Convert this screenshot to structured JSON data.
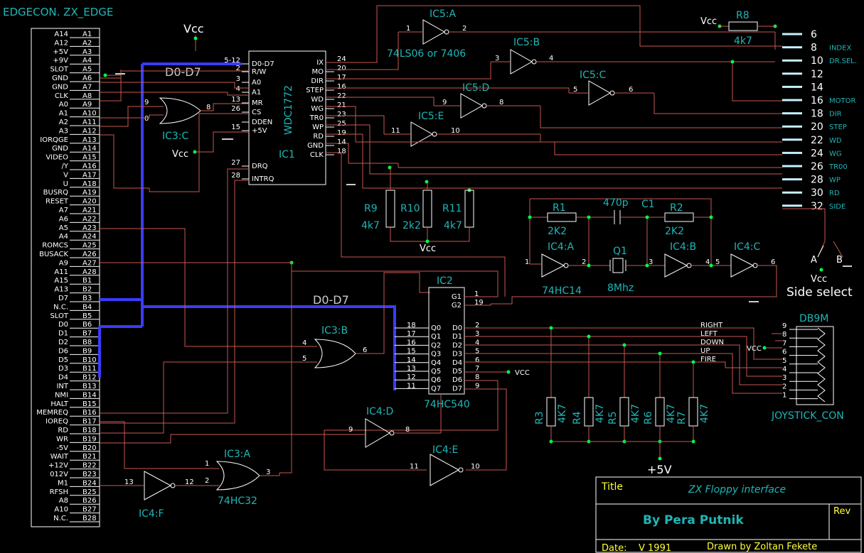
{
  "header": {
    "title": "EDGECON.  ZX_EDGE"
  },
  "edge_connector": {
    "left_labels": [
      "A14",
      "A12",
      "+5V",
      "+9V",
      "SLOT",
      "GND",
      "GND",
      "CLK",
      "A0",
      "A1",
      "A2",
      "A3",
      "IORQGE",
      "GND",
      "VIDEO",
      "/Y",
      "V",
      "U",
      "BUSRQ",
      "RESET",
      "A7",
      "A6",
      "A5",
      "A4",
      "ROMCS",
      "BUSACK",
      "A9",
      "A11",
      "A15",
      "A13",
      "D7",
      "N.C.",
      "SLOT",
      "D0",
      "D1",
      "D2",
      "D6",
      "D5",
      "D3",
      "D4",
      "INT",
      "NMI",
      "HALT",
      "MEMREQ",
      "IOREQ",
      "RD",
      "WR",
      "-5V",
      "WAIT",
      "+12V",
      "012V",
      "M1",
      "RFSH",
      "A8",
      "A10",
      "N.C."
    ],
    "pin_labels": [
      "A1",
      "A2",
      "A3",
      "A4",
      "A5",
      "A6",
      "A7",
      "A8",
      "A9",
      "A10",
      "A11",
      "A12",
      "A13",
      "A14",
      "A15",
      "A16",
      "A17",
      "A18",
      "A19",
      "A20",
      "A21",
      "A22",
      "A23",
      "A24",
      "A25",
      "A26",
      "A27",
      "A28",
      "B1",
      "B2",
      "B3",
      "B4",
      "B5",
      "B6",
      "B7",
      "B8",
      "B9",
      "B10",
      "B11",
      "B12",
      "B13",
      "B14",
      "B15",
      "B16",
      "B17",
      "B18",
      "B19",
      "B20",
      "B21",
      "B22",
      "B23",
      "B24",
      "B25",
      "B26",
      "B27",
      "B28"
    ]
  },
  "power": {
    "vcc": "Vcc",
    "vcc_caps": "VCC",
    "plus5v": "+5V"
  },
  "bus": {
    "label1": "D0-D7",
    "label2": "D0-D7"
  },
  "ic1": {
    "name": "IC1",
    "part": "WDC1772",
    "left_pins": [
      {
        "num": "5-12",
        "name": "D0-D7"
      },
      {
        "num": "2",
        "name": "R/W"
      },
      {
        "num": "3",
        "name": "A0"
      },
      {
        "num": "4",
        "name": "A1"
      },
      {
        "num": "13",
        "name": "MR"
      },
      {
        "num": "26",
        "name": "CS"
      },
      {
        "num": "",
        "name": "DDEN"
      },
      {
        "num": "15",
        "name": "+5V"
      },
      {
        "num": "27",
        "name": "DRQ"
      },
      {
        "num": "28",
        "name": "INTRQ"
      }
    ],
    "right_pins": [
      {
        "num": "24",
        "name": "IX"
      },
      {
        "num": "20",
        "name": "MO"
      },
      {
        "num": "17",
        "name": "DIR"
      },
      {
        "num": "16",
        "name": "STEP"
      },
      {
        "num": "22",
        "name": "WD"
      },
      {
        "num": "21",
        "name": "WG"
      },
      {
        "num": "23",
        "name": "TR0"
      },
      {
        "num": "25",
        "name": "WP"
      },
      {
        "num": "19",
        "name": "RD"
      },
      {
        "num": "14",
        "name": "GND"
      },
      {
        "num": "18",
        "name": "CLK"
      }
    ]
  },
  "ic5": {
    "a": {
      "name": "IC5:A",
      "in": "1",
      "out": "2"
    },
    "part": "74LS06 or 7406",
    "b": {
      "name": "IC5:B",
      "in": "3",
      "out": "4"
    },
    "c": {
      "name": "IC5:C",
      "in": "5",
      "out": "6"
    },
    "d": {
      "name": "IC5:D",
      "in": "9",
      "out": "8"
    },
    "e": {
      "name": "IC5:E",
      "in": "11",
      "out": "10"
    }
  },
  "ic3": {
    "c": {
      "name": "IC3:C",
      "in1": "9",
      "in2": "0",
      "out": "8"
    },
    "b": {
      "name": "IC3:B",
      "in1": "4",
      "in2": "5",
      "out": "6"
    },
    "a": {
      "name": "IC3:A",
      "in1": "1",
      "in2": "2",
      "out": "3",
      "part": "74HC32"
    }
  },
  "ic4": {
    "a": {
      "name": "IC4:A",
      "in": "1",
      "out": "2",
      "part": "74HC14"
    },
    "b": {
      "name": "IC4:B",
      "in": "3",
      "out": "4"
    },
    "c": {
      "name": "IC4:C",
      "in": "5",
      "out": "6"
    },
    "d": {
      "name": "IC4:D",
      "in": "9",
      "out": "8"
    },
    "e": {
      "name": "IC4:E",
      "in": "11",
      "out": "10"
    },
    "f": {
      "name": "IC4:F",
      "in": "13",
      "out": "12"
    }
  },
  "ic2": {
    "name": "IC2",
    "part": "74HC540",
    "g_pins": [
      {
        "num": "1",
        "name": "G1"
      },
      {
        "num": "19",
        "name": "G2"
      }
    ],
    "q_pins": [
      {
        "num": "18",
        "name": "Q0"
      },
      {
        "num": "17",
        "name": "Q1"
      },
      {
        "num": "16",
        "name": "Q2"
      },
      {
        "num": "15",
        "name": "Q3"
      },
      {
        "num": "14",
        "name": "Q4"
      },
      {
        "num": "13",
        "name": "Q5"
      },
      {
        "num": "12",
        "name": "Q6"
      },
      {
        "num": "11",
        "name": "Q7"
      }
    ],
    "d_pins": [
      {
        "num": "2",
        "name": "D0"
      },
      {
        "num": "3",
        "name": "D1"
      },
      {
        "num": "4",
        "name": "D2"
      },
      {
        "num": "5",
        "name": "D3"
      },
      {
        "num": "6",
        "name": "D4"
      },
      {
        "num": "7",
        "name": "D5"
      },
      {
        "num": "8",
        "name": "D6"
      },
      {
        "num": "9",
        "name": "D7"
      }
    ]
  },
  "resistors": {
    "r8": {
      "name": "R8",
      "value": "4k7"
    },
    "r9": {
      "name": "R9",
      "value": "4k7"
    },
    "r10": {
      "name": "R10",
      "value": "2k2"
    },
    "r11": {
      "name": "R11",
      "value": "4k7"
    },
    "r1": {
      "name": "R1",
      "value": "2K2"
    },
    "r2": {
      "name": "R2",
      "value": "2K2"
    },
    "rpack": [
      {
        "name": "R3",
        "value": "4K7"
      },
      {
        "name": "R4",
        "value": "4K7"
      },
      {
        "name": "R5",
        "value": "4K7"
      },
      {
        "name": "R6",
        "value": "4K7"
      },
      {
        "name": "R7",
        "value": "4K7"
      }
    ]
  },
  "cap": {
    "name": "C1",
    "value": "470p"
  },
  "crystal": {
    "name": "Q1",
    "value": "8Mhz"
  },
  "floppy": {
    "pins": [
      {
        "num": "6",
        "sig": ""
      },
      {
        "num": "8",
        "sig": "INDEX"
      },
      {
        "num": "10",
        "sig": "DR.SEL."
      },
      {
        "num": "12",
        "sig": ""
      },
      {
        "num": "14",
        "sig": ""
      },
      {
        "num": "16",
        "sig": "MOTOR"
      },
      {
        "num": "18",
        "sig": "DIR"
      },
      {
        "num": "20",
        "sig": "STEP"
      },
      {
        "num": "22",
        "sig": "WD"
      },
      {
        "num": "24",
        "sig": "WG"
      },
      {
        "num": "26",
        "sig": "TR00"
      },
      {
        "num": "28",
        "sig": "WP"
      },
      {
        "num": "30",
        "sig": "RD"
      },
      {
        "num": "32",
        "sig": "SIDE"
      }
    ]
  },
  "side_switch": {
    "a": "A",
    "b": "B",
    "vcc": "Vcc",
    "label": "Side select"
  },
  "joystick": {
    "title": "DB9M",
    "caption": "JOYSTICK_CON",
    "pins": [
      "9",
      "8",
      "7",
      "6",
      "5",
      "4",
      "3",
      "2",
      "1"
    ],
    "signals": [
      "RIGHT",
      "LEFT",
      "DOWN",
      "UP",
      "FIRE"
    ]
  },
  "title_block": {
    "title_label": "Title",
    "title": "ZX Floppy interface",
    "author": "By Pera Putnik",
    "rev_label": "Rev",
    "date_label": "Date:",
    "date": "V 1991",
    "drawn": "Drawn by Zoltan Fekete"
  },
  "colors": {
    "wire": "#c7574f",
    "label": "#1fb6b6",
    "bus": "#3b3bff",
    "junction": "#00ff44",
    "text": "#ffffff",
    "title": "#ffff3c"
  }
}
